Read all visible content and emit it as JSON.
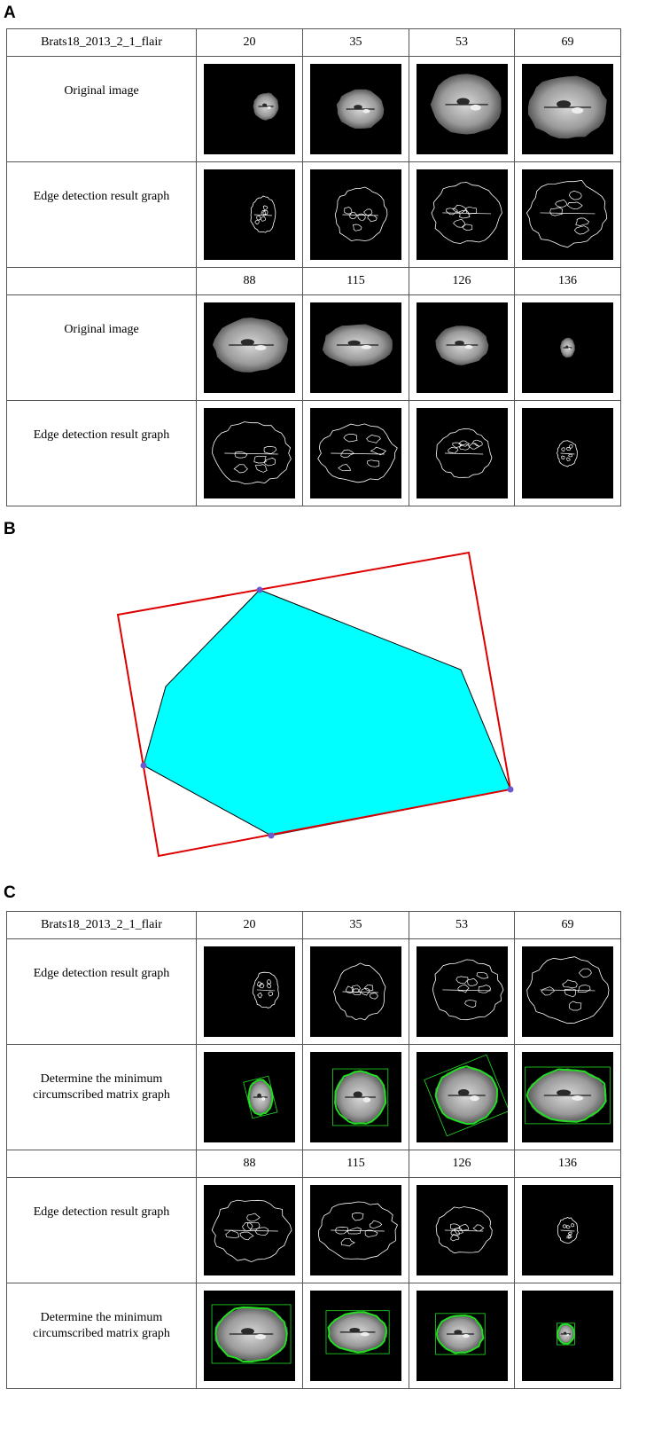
{
  "panel_labels": {
    "a": "A",
    "b": "B",
    "c": "C"
  },
  "panel_a": {
    "file_label": "Brats18_2013_2_1_flair",
    "slices_top": [
      "20",
      "35",
      "53",
      "69"
    ],
    "slices_bottom": [
      "88",
      "115",
      "126",
      "136"
    ],
    "row_original": "Original image",
    "row_edge": "Edge detection result graph"
  },
  "panel_c": {
    "file_label": "Brats18_2013_2_1_flair",
    "slices_top": [
      "20",
      "35",
      "53",
      "69"
    ],
    "slices_bottom": [
      "88",
      "115",
      "126",
      "136"
    ],
    "row_edge": "Edge detection result graph",
    "row_rect_line1": "Determine the minimum",
    "row_rect_line2": "circumscribed matrix graph"
  },
  "colors": {
    "hull_fill": "#00ffff",
    "rect_stroke": "#dd0000",
    "vertex_dot": "#6a5acd",
    "contour": "#22dd22",
    "image_bg": "#000000"
  }
}
